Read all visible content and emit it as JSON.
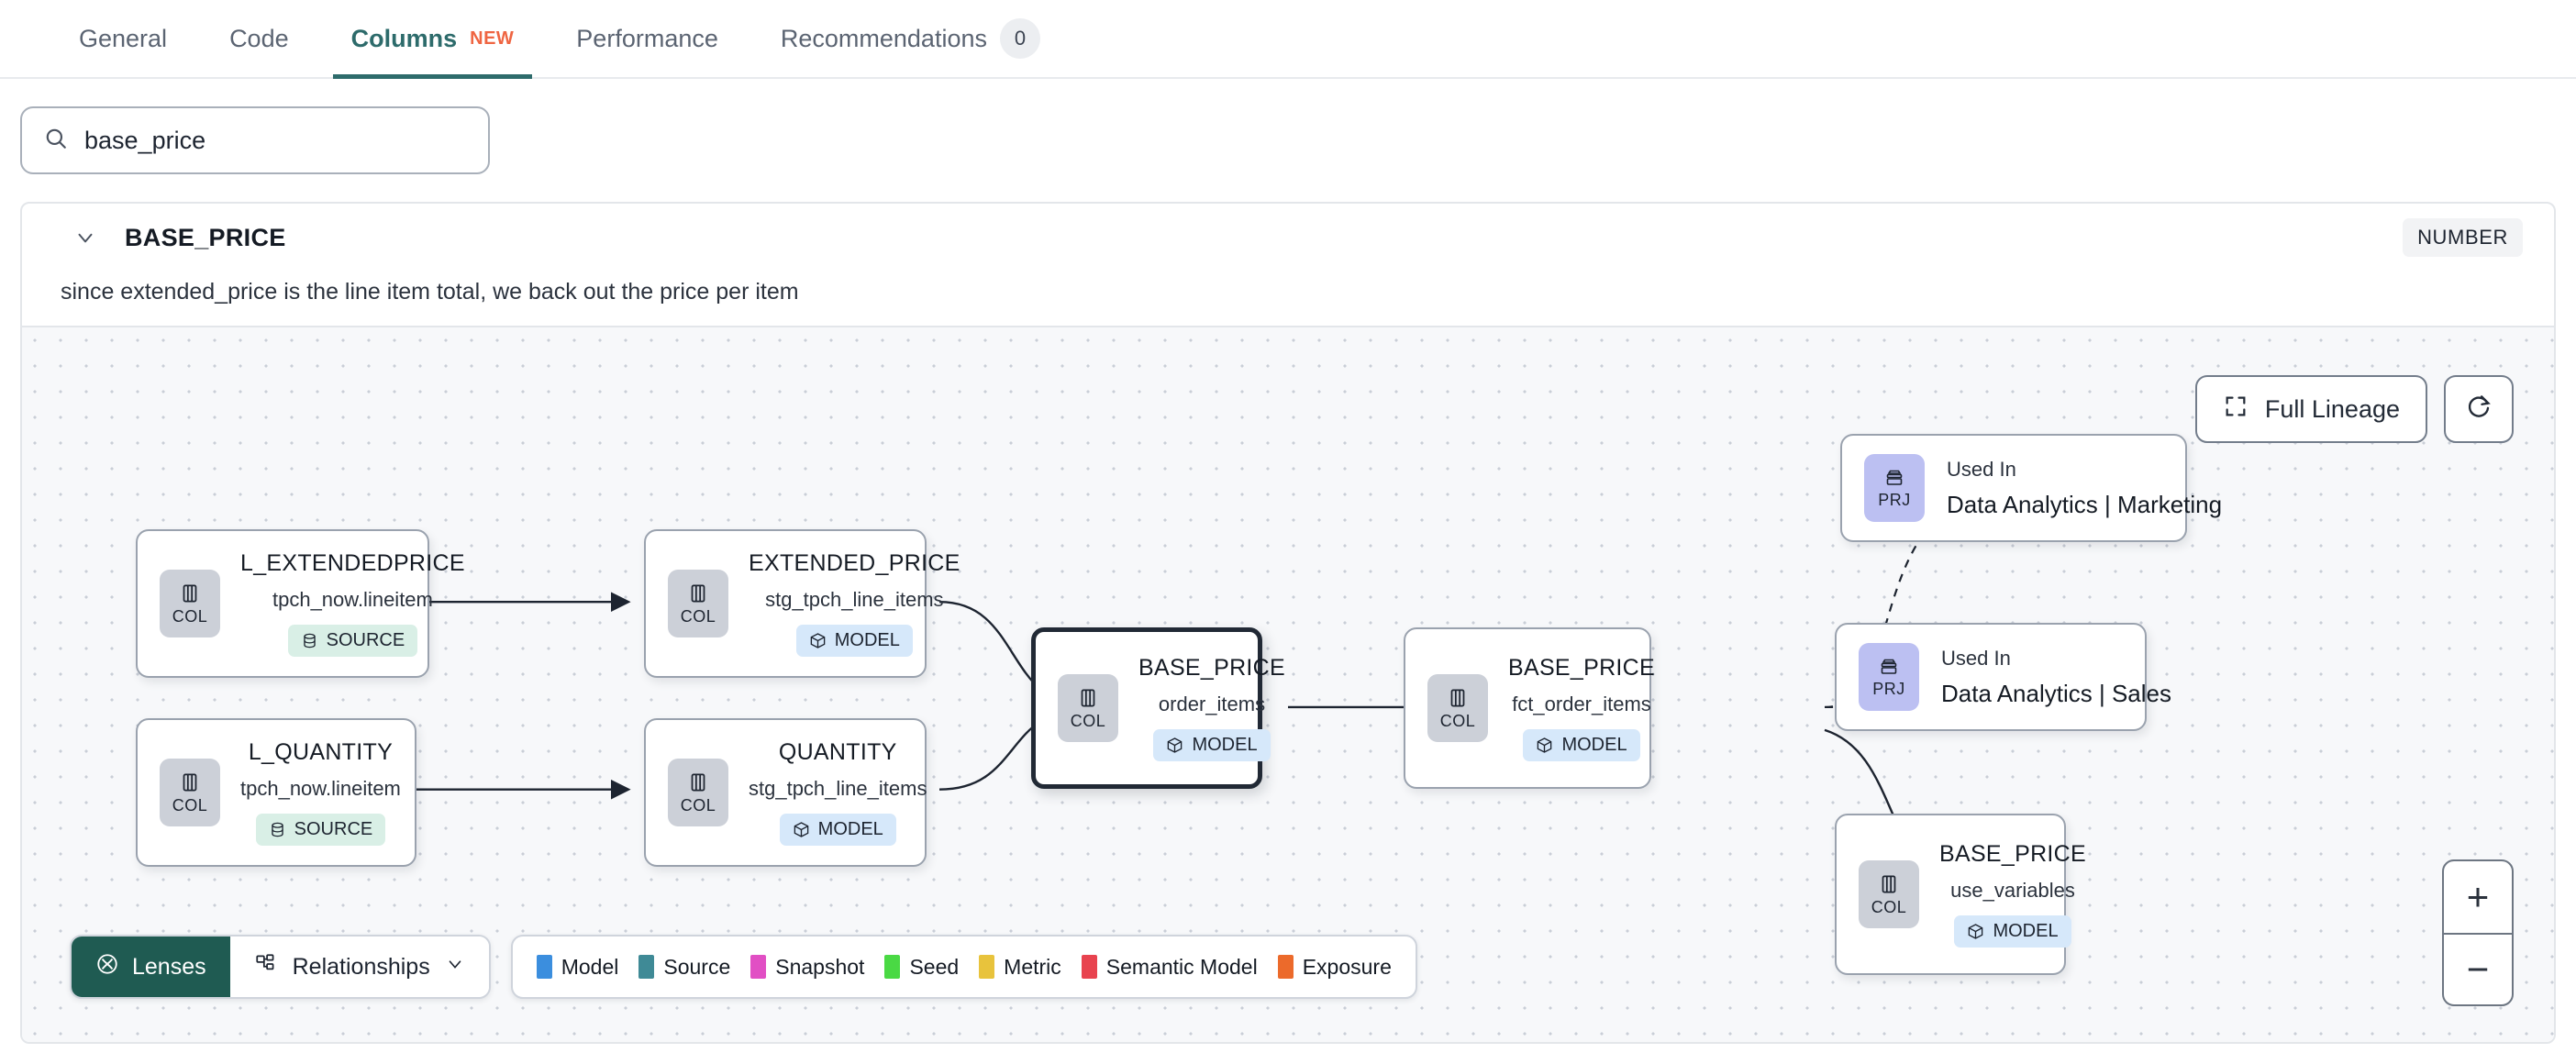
{
  "tabs": [
    {
      "label": "General",
      "active": false
    },
    {
      "label": "Code",
      "active": false
    },
    {
      "label": "Columns",
      "active": true,
      "badge": "NEW"
    },
    {
      "label": "Performance",
      "active": false
    },
    {
      "label": "Recommendations",
      "active": false,
      "count": "0"
    }
  ],
  "search": {
    "value": "base_price",
    "icon": "search-icon"
  },
  "column": {
    "name": "BASE_PRICE",
    "type": "NUMBER",
    "description": "since extended_price is the line item total, we back out the price per item",
    "expanded": true
  },
  "graph": {
    "full_lineage_label": "Full Lineage",
    "refresh_icon": "refresh-icon",
    "zoom_in": "+",
    "zoom_out": "−",
    "nodes": [
      {
        "id": "l_extendedprice",
        "kind": "COL",
        "name": "L_EXTENDEDPRICE",
        "sub": "tpch_now.lineitem",
        "resource": "SOURCE",
        "resource_style": "source",
        "selected": false
      },
      {
        "id": "l_quantity",
        "kind": "COL",
        "name": "L_QUANTITY",
        "sub": "tpch_now.lineitem",
        "resource": "SOURCE",
        "resource_style": "source",
        "selected": false
      },
      {
        "id": "extended_price",
        "kind": "COL",
        "name": "EXTENDED_PRICE",
        "sub": "stg_tpch_line_items",
        "resource": "MODEL",
        "resource_style": "model",
        "selected": false
      },
      {
        "id": "quantity",
        "kind": "COL",
        "name": "QUANTITY",
        "sub": "stg_tpch_line_items",
        "resource": "MODEL",
        "resource_style": "model",
        "selected": false
      },
      {
        "id": "base_price_order_items",
        "kind": "COL",
        "name": "BASE_PRICE",
        "sub": "order_items",
        "resource": "MODEL",
        "resource_style": "model",
        "selected": true
      },
      {
        "id": "base_price_fct",
        "kind": "COL",
        "name": "BASE_PRICE",
        "sub": "fct_order_items",
        "resource": "MODEL",
        "resource_style": "model",
        "selected": false
      },
      {
        "id": "base_price_use_variables",
        "kind": "COL",
        "name": "BASE_PRICE",
        "sub": "use_variables",
        "resource": "MODEL",
        "resource_style": "model",
        "selected": false
      }
    ],
    "project_nodes": [
      {
        "id": "prj_marketing",
        "kind": "PRJ",
        "top": "Used In",
        "name": "Data Analytics | Marketing"
      },
      {
        "id": "prj_sales",
        "kind": "PRJ",
        "top": "Used In",
        "name": "Data Analytics | Sales"
      }
    ]
  },
  "bottom": {
    "lenses_label": "Lenses",
    "relationships_label": "Relationships",
    "legend": [
      {
        "label": "Model",
        "color": "#3b8ede"
      },
      {
        "label": "Source",
        "color": "#3f8a96"
      },
      {
        "label": "Snapshot",
        "color": "#e14fc4"
      },
      {
        "label": "Seed",
        "color": "#4ad944"
      },
      {
        "label": "Metric",
        "color": "#e8c33c"
      },
      {
        "label": "Semantic Model",
        "color": "#e8434f"
      },
      {
        "label": "Exposure",
        "color": "#ec6a2b"
      }
    ]
  },
  "colors": {
    "accent_teal": "#2d6b6b",
    "new_orange": "#ef6542",
    "lenses_green": "#1f5b52"
  }
}
